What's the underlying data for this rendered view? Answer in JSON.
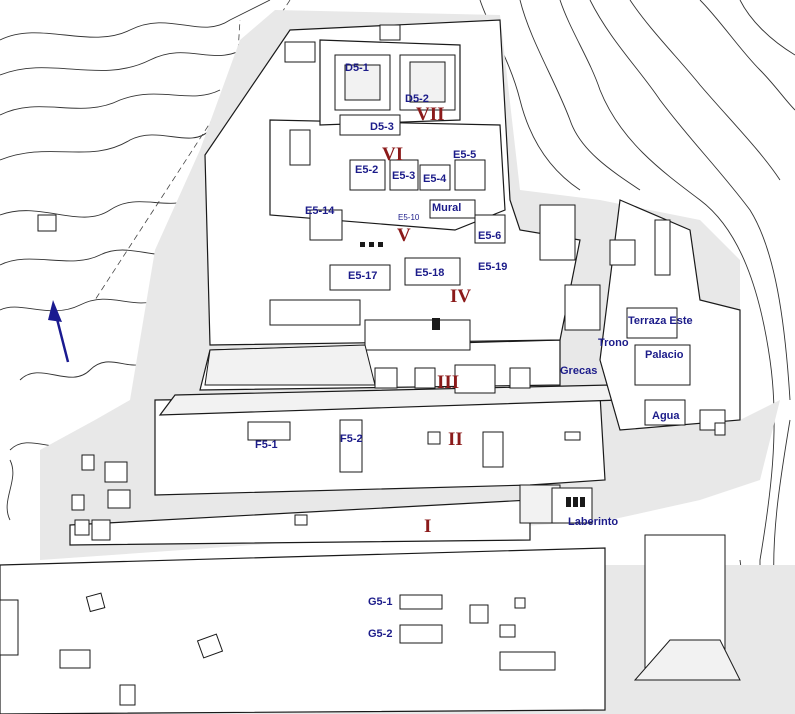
{
  "map": {
    "labels": {
      "d5_1": "D5-1",
      "d5_2": "D5-2",
      "d5_3": "D5-3",
      "e5_2": "E5-2",
      "e5_3": "E5-3",
      "e5_4": "E5-4",
      "e5_5": "E5-5",
      "e5_6": "E5-6",
      "e5_10": "E5-10",
      "e5_14": "E5-14",
      "e5_17": "E5-17",
      "e5_18": "E5-18",
      "e5_19": "E5-19",
      "mural": "Mural",
      "f5_1": "F5-1",
      "f5_2": "F5-2",
      "g5_1": "G5-1",
      "g5_2": "G5-2",
      "terraza_este": "Terraza Este",
      "palacio": "Palacio",
      "trono": "Trono",
      "grecas": "Grecas",
      "agua": "Agua",
      "laberinto": "Laberinto"
    },
    "levels": {
      "i": "I",
      "ii": "II",
      "iii": "III",
      "iv": "IV",
      "v": "V",
      "vi": "VI",
      "vii": "VII"
    },
    "colors": {
      "terrace_fill": "#e8e8e8",
      "structure_fill": "#ffffff",
      "outline": "#1a1a1a",
      "contour": "#333333",
      "label_blue": "#1c1c8a",
      "level_red": "#8b1a1a",
      "north_arrow": "#1a1a90"
    },
    "icons": [
      "north-arrow-icon"
    ]
  }
}
